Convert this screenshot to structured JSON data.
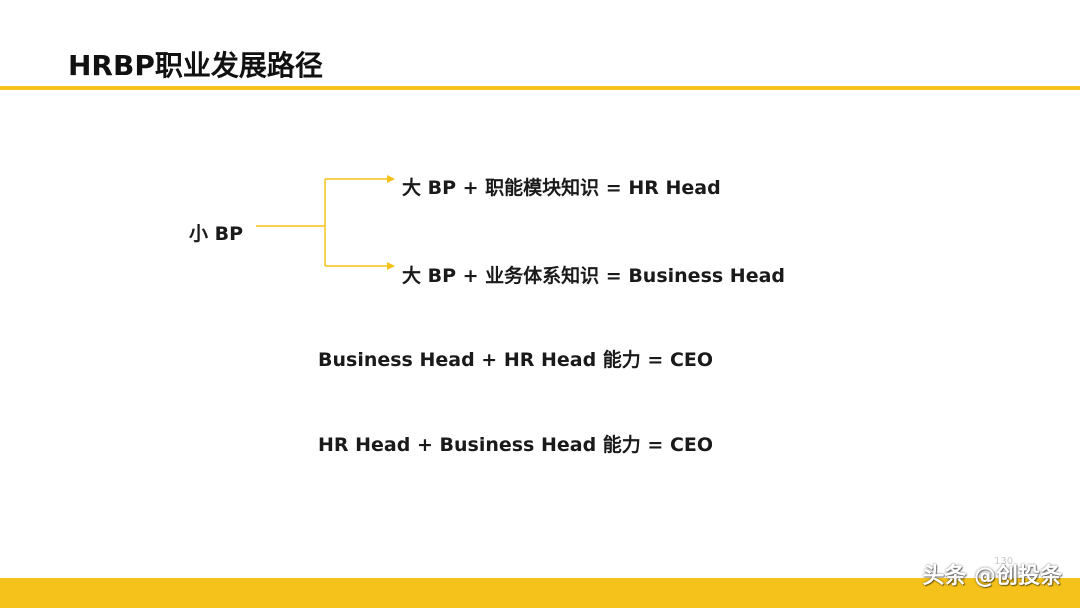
{
  "title": "HRBP职业发展路径",
  "source_node": "小 BP",
  "branches": [
    "大 BP + 职能模块知识 = HR Head",
    "大 BP + 业务体系知识 = Business Head"
  ],
  "equations": [
    "Business Head + HR Head 能力 = CEO",
    "HR Head + Business Head 能力 = CEO"
  ],
  "page_number": "130",
  "watermark": "头条 @创投条",
  "colors": {
    "accent": "#f5c21b",
    "connector": "#f5c21b",
    "text": "#1a1a1a"
  }
}
